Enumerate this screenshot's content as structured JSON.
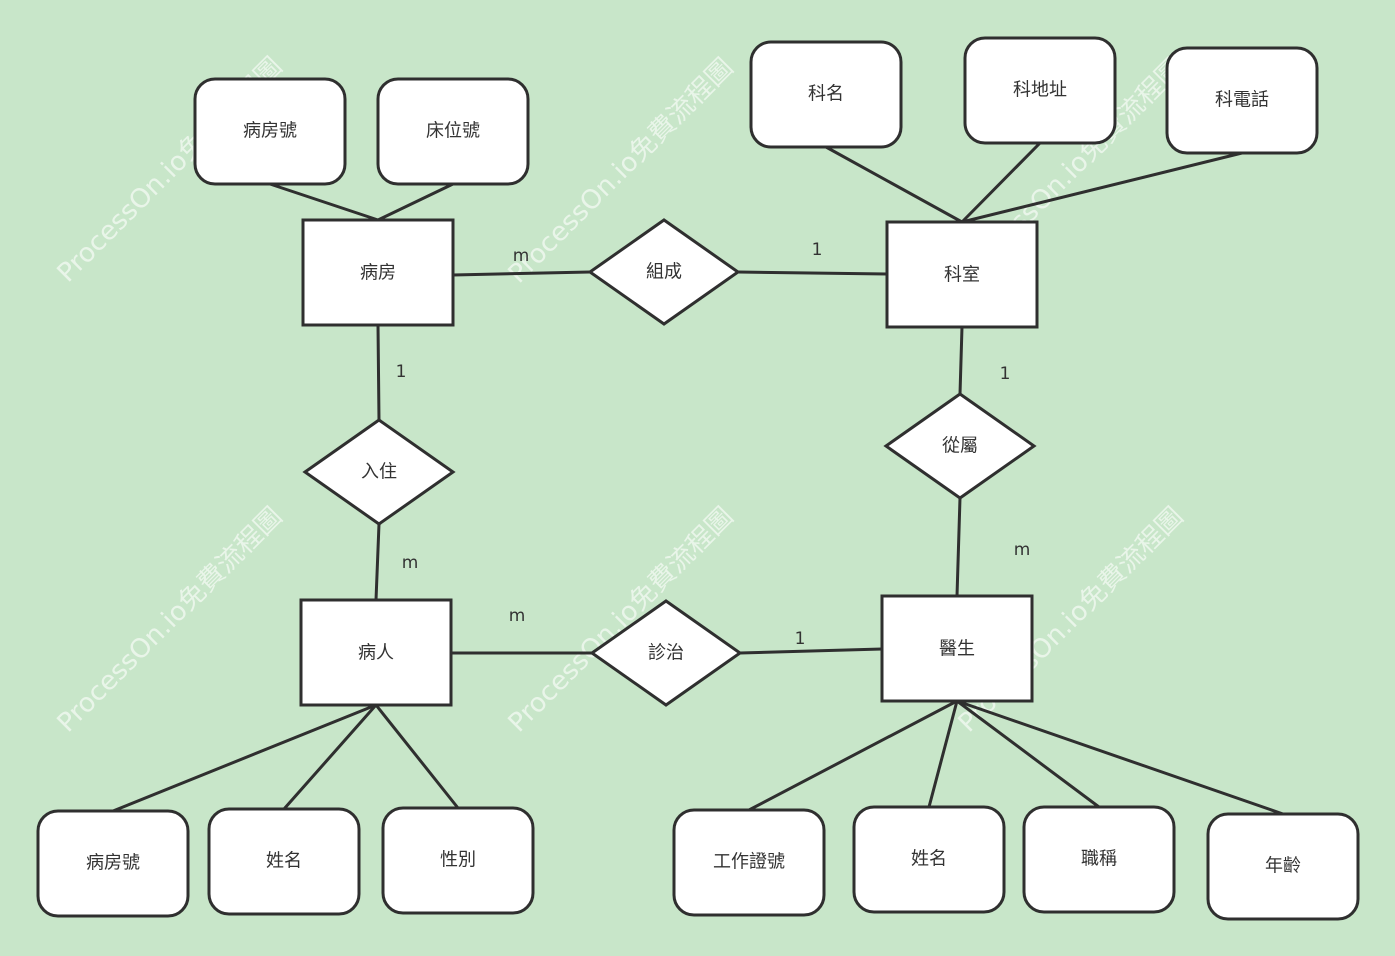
{
  "diagram": {
    "background_color": "#c8e6c9",
    "stroke_color": "#2f2f2f",
    "fill_color": "#ffffff",
    "text_color": "#333333",
    "entities": {
      "ward": "病房",
      "department": "科室",
      "patient": "病人",
      "doctor": "醫生"
    },
    "relationships": {
      "composes": "組成",
      "admits": "入住",
      "belongs_to": "從屬",
      "treats": "診治"
    },
    "attributes": {
      "ward": [
        "病房號",
        "床位號"
      ],
      "department": [
        "科名",
        "科地址",
        "科電話"
      ],
      "patient": [
        "病房號",
        "姓名",
        "性別"
      ],
      "doctor": [
        "工作證號",
        "姓名",
        "職稱",
        "年齡"
      ]
    },
    "cardinalities": {
      "ward_composes": "m",
      "department_composes": "1",
      "ward_admits": "1",
      "patient_admits": "m",
      "department_belongs_to": "1",
      "doctor_belongs_to": "m",
      "patient_treats": "m",
      "doctor_treats": "1"
    },
    "watermark": "ProcessOn.io免費流程圖"
  }
}
